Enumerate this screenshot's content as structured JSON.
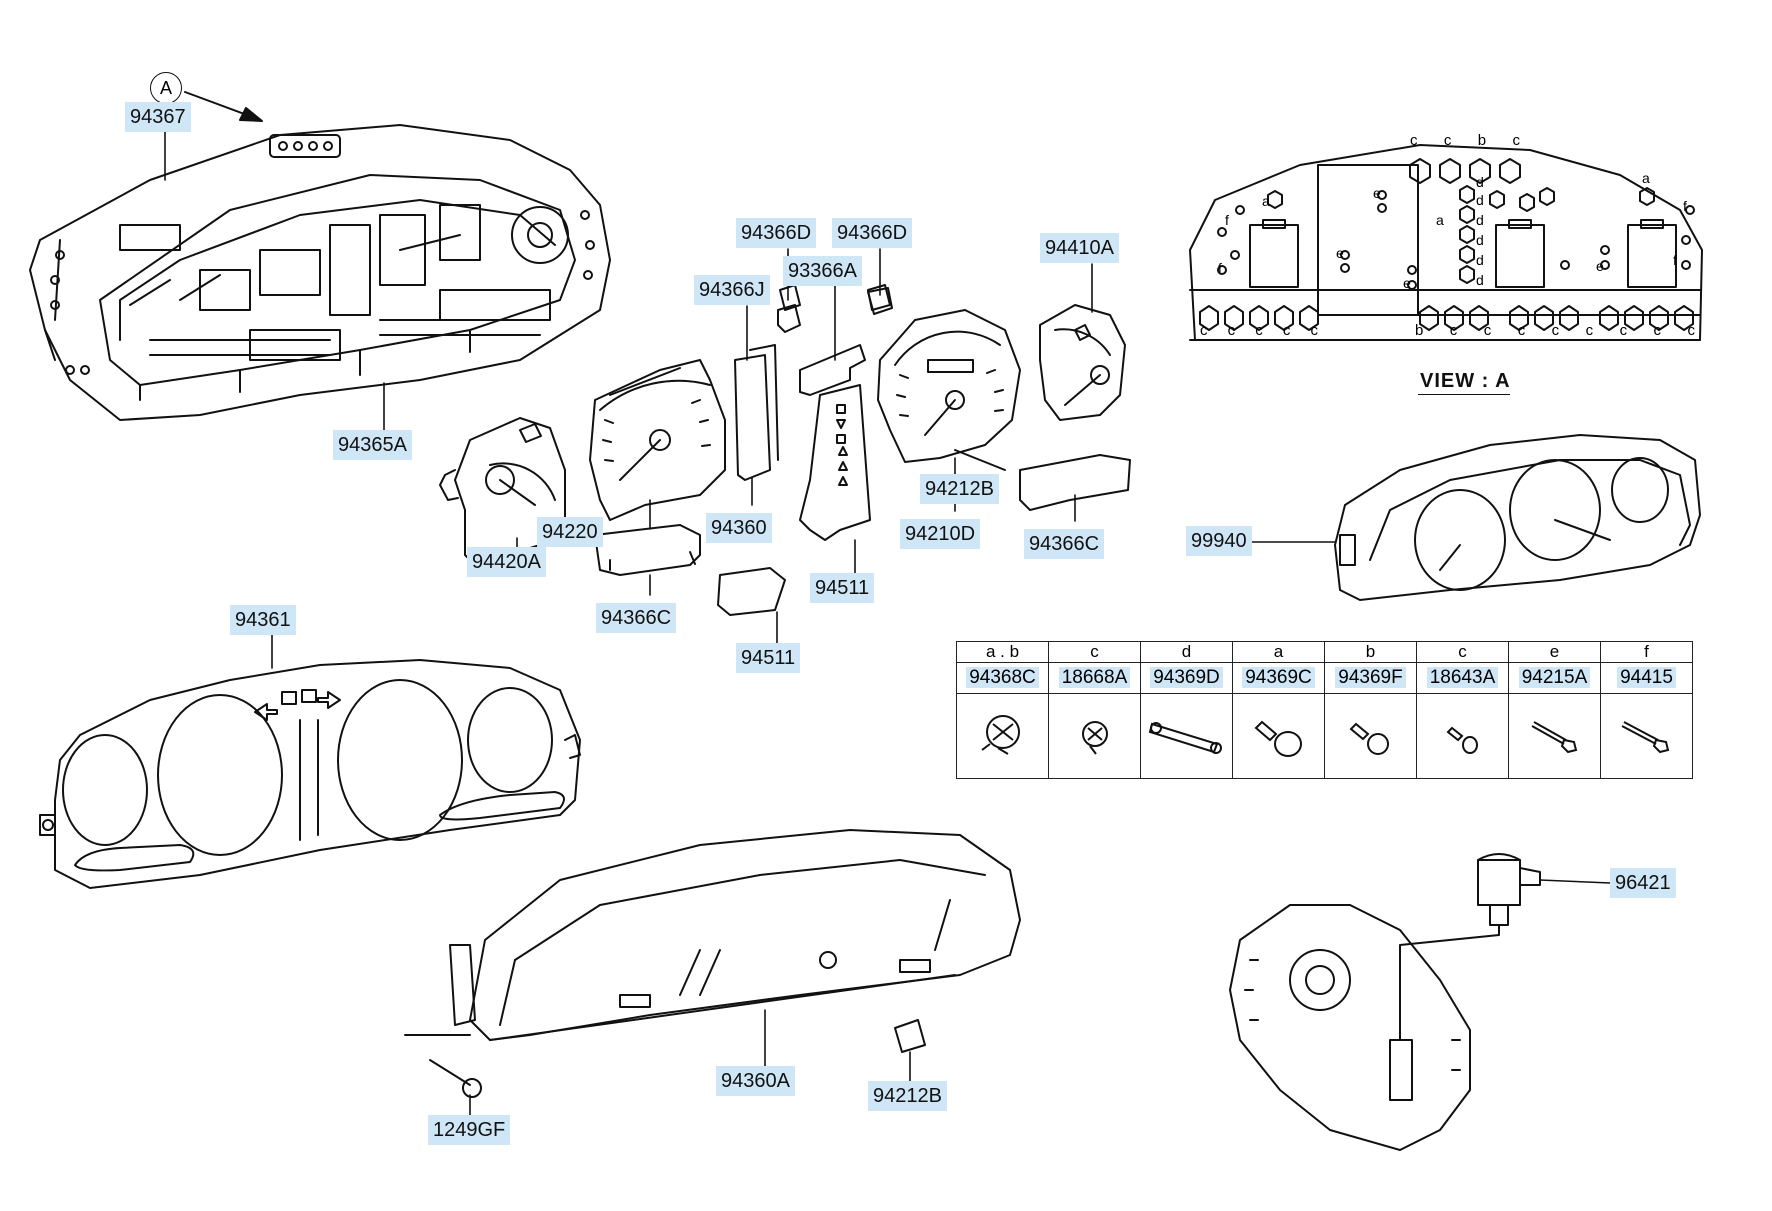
{
  "callout": "A",
  "view_label": "VIEW : A",
  "parts": {
    "p94367": "94367",
    "p94365A": "94365A",
    "p94366D_1": "94366D",
    "p94366D_2": "94366D",
    "p94366J": "94366J",
    "p93366A": "93366A",
    "p94410A": "94410A",
    "p94212B_1": "94212B",
    "p94210D": "94210D",
    "p94366C_1": "94366C",
    "p94420A": "94420A",
    "p94220": "94220",
    "p94360": "94360",
    "p94511_1": "94511",
    "p94366C_2": "94366C",
    "p94511_2": "94511",
    "p99940": "99940",
    "p94361": "94361",
    "p94360A": "94360A",
    "p94212B_2": "94212B",
    "p1249GF": "1249GF",
    "p96421": "96421"
  },
  "table": {
    "letters": [
      "a . b",
      "c",
      "d",
      "a",
      "b",
      "c",
      "e",
      "f"
    ],
    "part_numbers": [
      "94368C",
      "18668A",
      "94369D",
      "94369C",
      "94369F",
      "18643A",
      "94215A",
      "94415"
    ]
  },
  "view_letters": {
    "top": [
      "c",
      "c",
      "b",
      "c"
    ],
    "bottom_left": [
      "c",
      "c",
      "c",
      "c",
      "c"
    ],
    "bottom_right": [
      "b",
      "c",
      "c",
      "c",
      "c",
      "c",
      "c",
      "c",
      "c"
    ],
    "inner": [
      "a",
      "a",
      "a",
      "e",
      "e",
      "e",
      "e",
      "f",
      "f",
      "f",
      "f",
      "d",
      "d",
      "d",
      "d",
      "d",
      "d"
    ]
  }
}
